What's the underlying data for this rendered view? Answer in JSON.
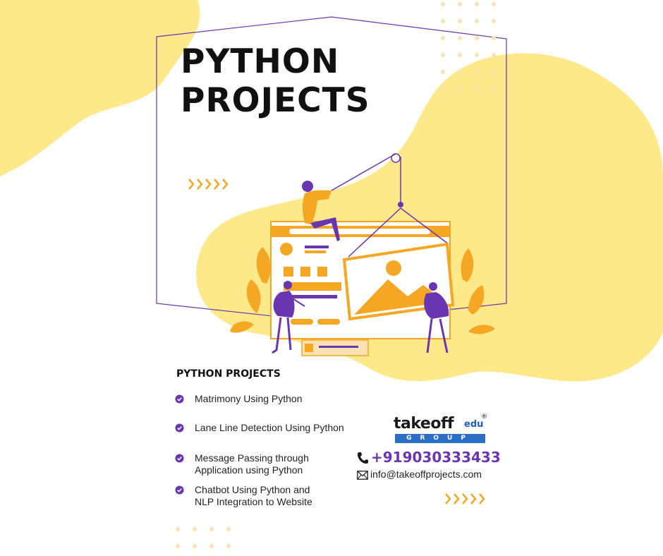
{
  "title": {
    "line1": "PYTHON",
    "line2": "PROJECTS"
  },
  "section_heading": "PYTHON PROJECTS",
  "projects": [
    {
      "label": "Matrimony Using Python"
    },
    {
      "label": "Lane Line Detection Using Python"
    },
    {
      "label": "Message Passing through Application using Python"
    },
    {
      "label": "Chatbot Using Python and NLP Integration to Website"
    }
  ],
  "brand": {
    "name": "takeoff",
    "suffix": "edu",
    "sub": "GROUP",
    "registered": "®"
  },
  "contact": {
    "phone": "+919030333433",
    "email": "info@takeoffprojects.com"
  },
  "colors": {
    "blob_yellow": "#fde98a",
    "accent_orange": "#f5a623",
    "accent_purple": "#6a35b0",
    "brand_blue": "#2a6fc4"
  },
  "icons": [
    "check-circle-icon",
    "phone-icon",
    "mail-icon",
    "chevrons-icon"
  ]
}
